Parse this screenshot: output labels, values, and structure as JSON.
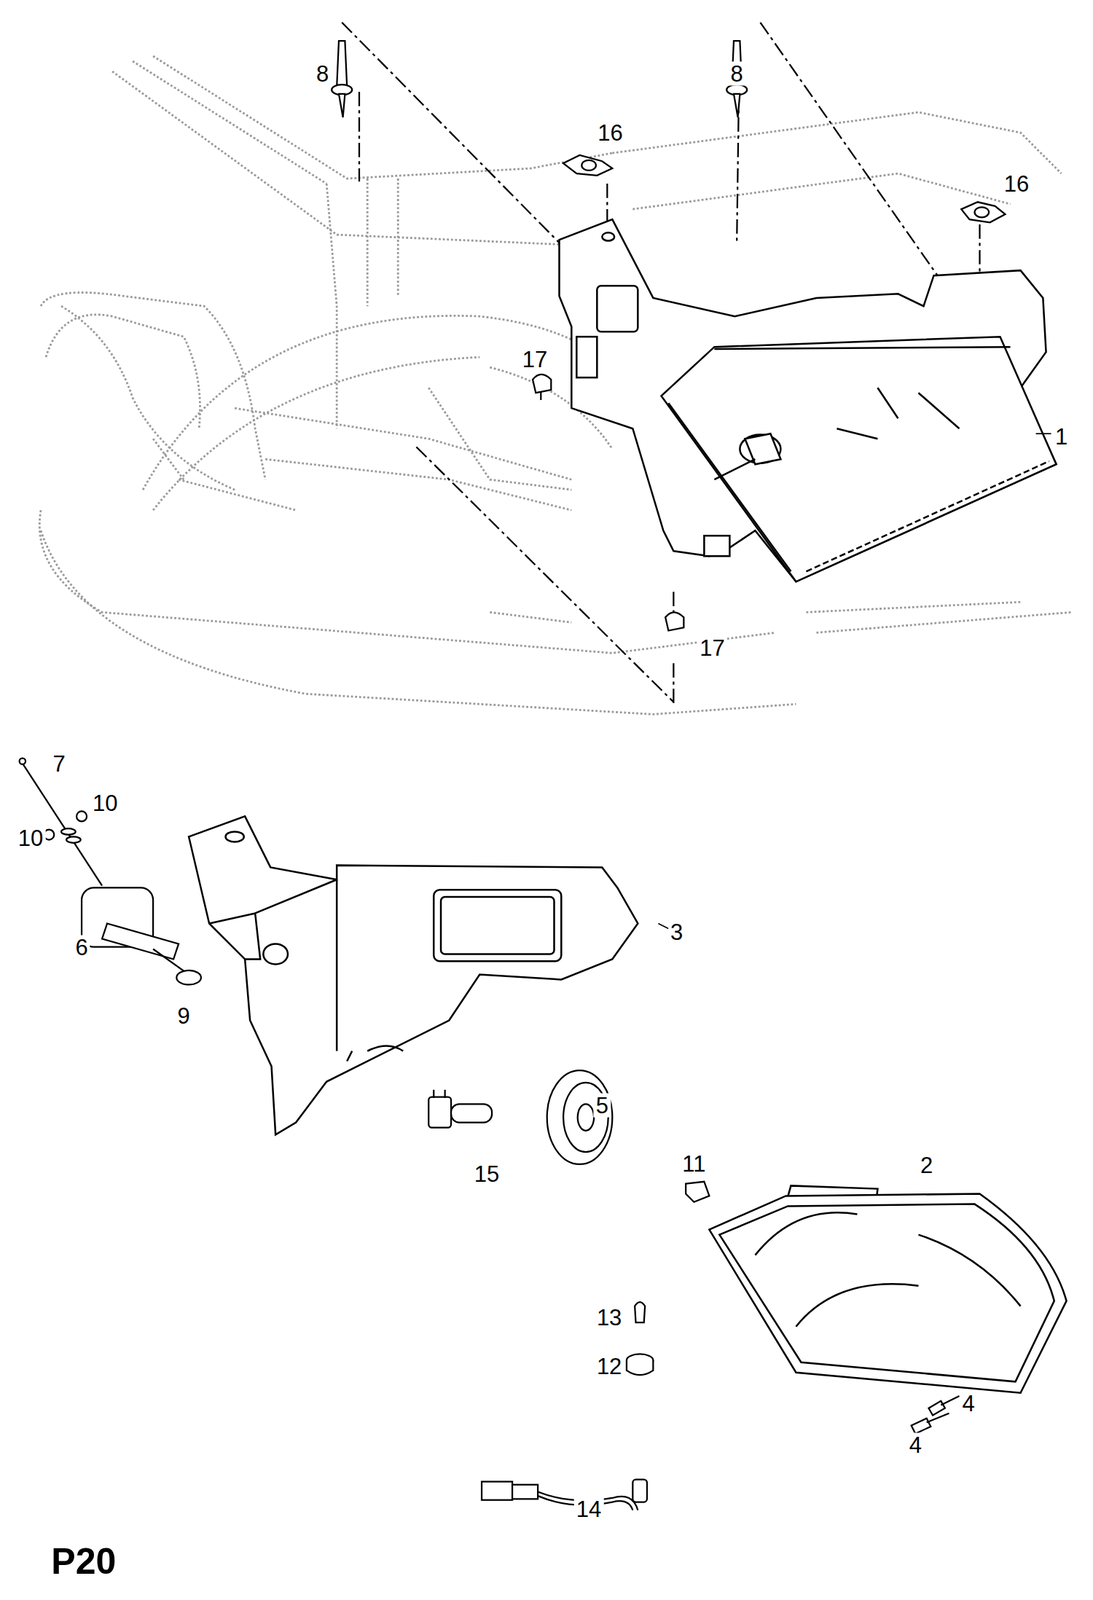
{
  "diagram": {
    "title": "P20",
    "labels": [
      "8",
      "8",
      "16",
      "16",
      "1",
      "17",
      "17",
      "7",
      "10",
      "10",
      "3",
      "6",
      "9",
      "5",
      "15",
      "2",
      "11",
      "13",
      "12",
      "4",
      "4",
      "14"
    ]
  }
}
